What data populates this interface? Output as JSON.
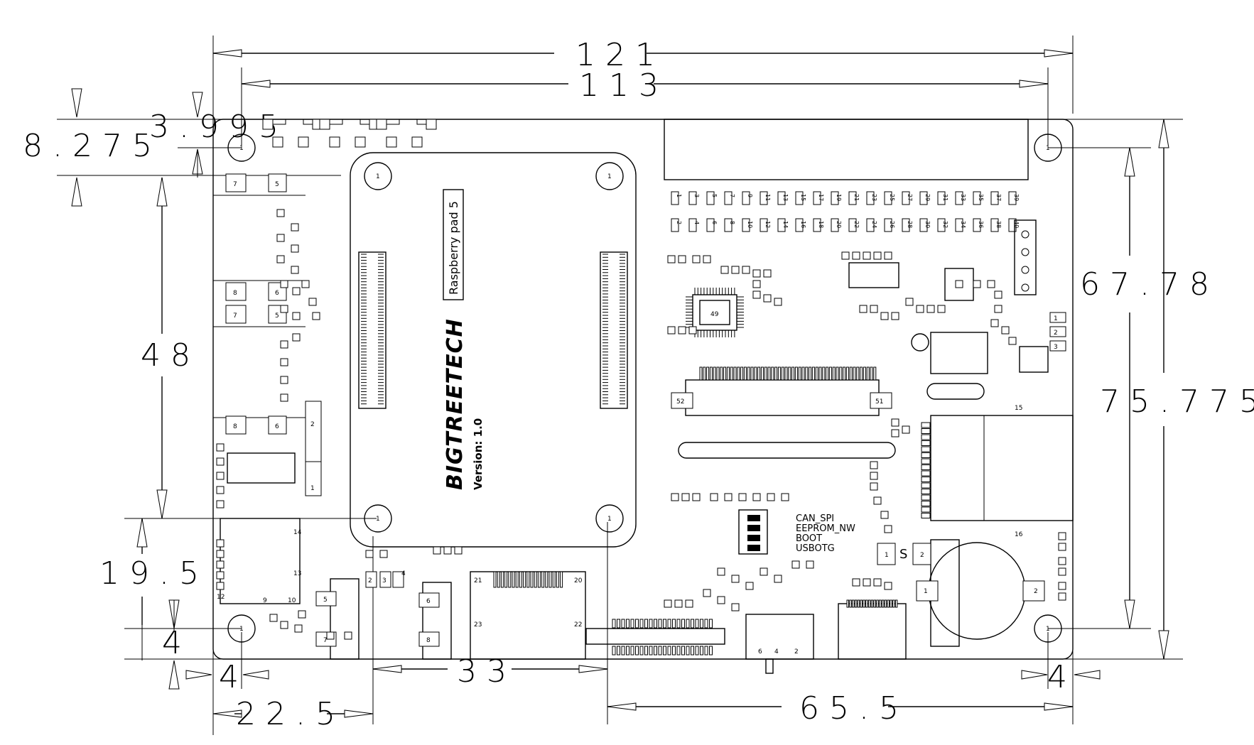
{
  "dimensions": {
    "width_121": "121",
    "width_113": "113",
    "top_8275": "8.275",
    "top_3995": "3.995",
    "height_67_78": "67.78",
    "height_75_775": "75.775",
    "hole_48": "48",
    "hole_19_5": "19.5",
    "left_4": "4",
    "bottom_4_left": "4",
    "bottom_4_right": "4",
    "dist_22_5": "22.5",
    "dist_33": "33",
    "dist_65_5": "65.5"
  },
  "module": {
    "brand": "BIGTREETECH",
    "product": "Raspberry pad 5",
    "version": "Version: 1.0"
  },
  "switch_labels": [
    "CAN_SPI",
    "EEPROM_NW",
    "BOOT",
    "USBOTG"
  ],
  "mount_hole_label": "1",
  "chip_49": "49",
  "connector_pins": {
    "left": "52",
    "right": "51"
  },
  "header_odd": [
    "1",
    "3",
    "5",
    "7",
    "9",
    "11",
    "13",
    "15",
    "17",
    "19",
    "21",
    "23",
    "25",
    "27",
    "29",
    "31",
    "33",
    "35",
    "37",
    "39"
  ],
  "header_even": [
    "2",
    "4",
    "6",
    "8",
    "10",
    "12",
    "14",
    "16",
    "18",
    "20",
    "22",
    "24",
    "26",
    "28",
    "30",
    "32",
    "34",
    "36",
    "38",
    "40"
  ],
  "usb_pins": [
    "8",
    "7",
    "6",
    "5",
    "4",
    "3",
    "2",
    "1"
  ],
  "card_pins": {
    "top": "15",
    "bottom": "16"
  },
  "sd_pins": {
    "a": "14",
    "b": "13",
    "c": "12",
    "d": "9",
    "e": "10"
  },
  "hdmi_pins": {
    "tl": "21",
    "tr": "20",
    "bl": "23",
    "br": "22"
  },
  "battery_pins": {
    "left": "1",
    "right": "2"
  },
  "jumper_pins": {
    "a": "1",
    "b": "2",
    "c": "S"
  }
}
